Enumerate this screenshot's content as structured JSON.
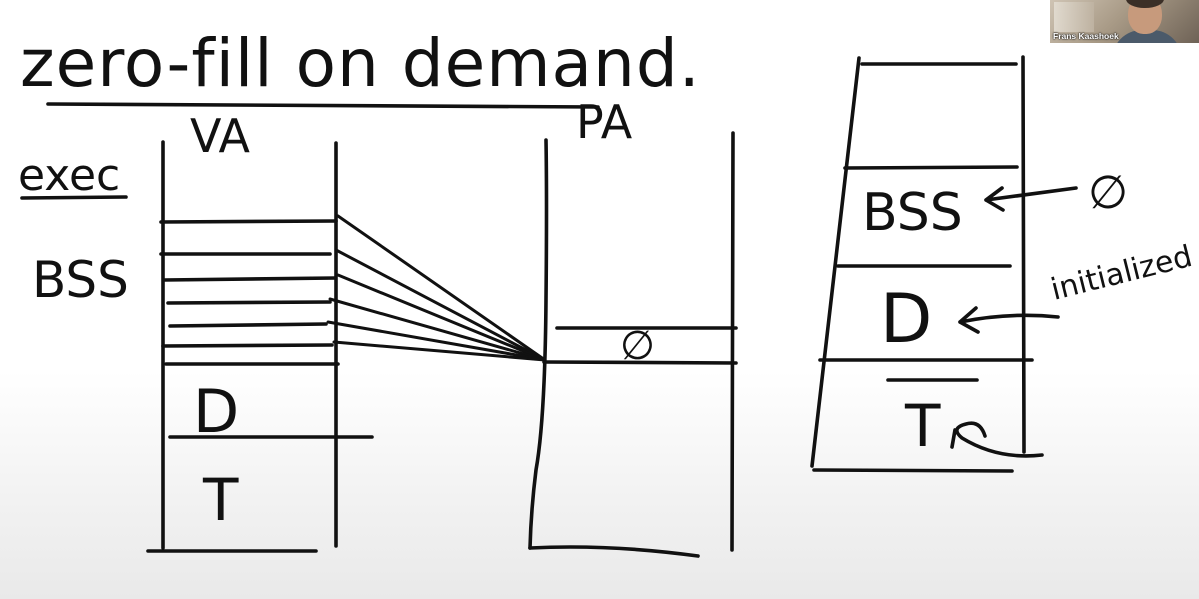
{
  "title": "zero-fill on demand.",
  "va_diagram": {
    "heading": "VA",
    "side_label_exec": "exec",
    "side_label_bss": "BSS",
    "data_label": "D",
    "text_label": "T"
  },
  "pa_diagram": {
    "heading": "PA",
    "zero_page_label": "∅"
  },
  "exec_file": {
    "bss_label": "BSS",
    "bss_arrow_source": "∅",
    "data_label": "D",
    "data_arrow_source": "initialized",
    "text_label": "T"
  },
  "video": {
    "participant_name": "Frans Kaashoek"
  },
  "ink_color": "#111111"
}
